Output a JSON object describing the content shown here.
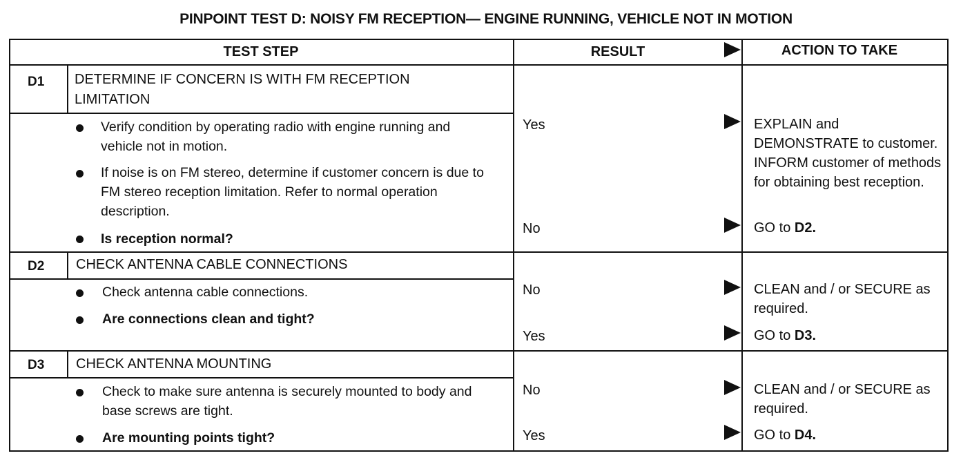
{
  "title": "PINPOINT TEST D: NOISY FM  RECEPTION— ENGINE RUNNING, VEHICLE NOT IN MOTION",
  "headers": {
    "test_step": "TEST STEP",
    "result": "RESULT",
    "action": "ACTION TO TAKE"
  },
  "steps": [
    {
      "id": "D1",
      "title": "DETERMINE IF CONCERN IS WITH FM RECEPTION LIMITATION",
      "bullets": [
        "Verify condition by operating radio with engine running and vehicle not in motion.",
        "If noise is on FM stereo, determine if customer concern is due to FM stereo reception limitation. Refer to normal operation description.",
        "Is reception normal?"
      ],
      "results": [
        {
          "result": "Yes",
          "action": "EXPLAIN and DEMONSTRATE to customer. INFORM customer of methods for obtaining best reception."
        },
        {
          "result": "No",
          "action_prefix": "GO to ",
          "action_target": "D2."
        }
      ]
    },
    {
      "id": "D2",
      "title": "CHECK ANTENNA CABLE CONNECTIONS",
      "bullets": [
        "Check antenna cable connections.",
        "Are connections clean and tight?"
      ],
      "results": [
        {
          "result": "No",
          "action": "CLEAN and / or SECURE as required."
        },
        {
          "result": "Yes",
          "action_prefix": "GO to ",
          "action_target": "D3."
        }
      ]
    },
    {
      "id": "D3",
      "title": "CHECK ANTENNA MOUNTING",
      "bullets": [
        "Check to make sure antenna is securely mounted to body and base screws are tight.",
        "Are mounting points tight?"
      ],
      "results": [
        {
          "result": "No",
          "action": "CLEAN and / or SECURE as required."
        },
        {
          "result": "Yes",
          "action_prefix": "GO to ",
          "action_target": "D4."
        }
      ]
    }
  ]
}
